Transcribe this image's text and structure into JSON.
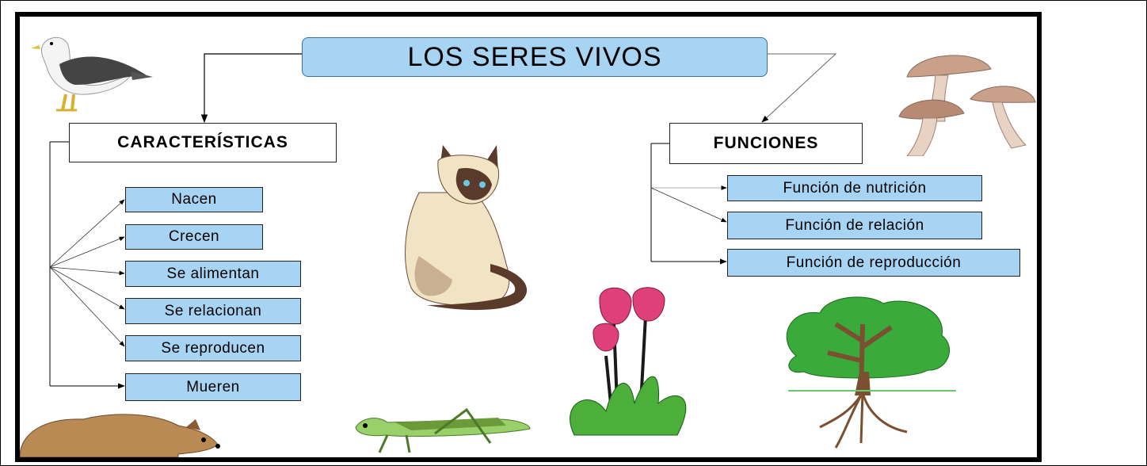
{
  "title": "LOS SERES VIVOS",
  "left_branch": {
    "heading": "CARACTERÍSTICAS",
    "items": [
      "Nacen",
      "Crecen",
      "Se alimentan",
      "Se relacionan",
      "Se reproducen",
      "Mueren"
    ]
  },
  "right_branch": {
    "heading": "FUNCIONES",
    "items": [
      "Función de nutrición",
      "Función de relación",
      "Función de reproducción"
    ]
  },
  "colors": {
    "box_fill": "#a8d4f4",
    "frame": "#000000",
    "connector": "#000000"
  },
  "illustrations": [
    "seagull-illustration",
    "mushrooms-illustration",
    "cat-illustration",
    "tulips-illustration",
    "tree-illustration",
    "grasshopper-illustration",
    "bear-illustration"
  ]
}
